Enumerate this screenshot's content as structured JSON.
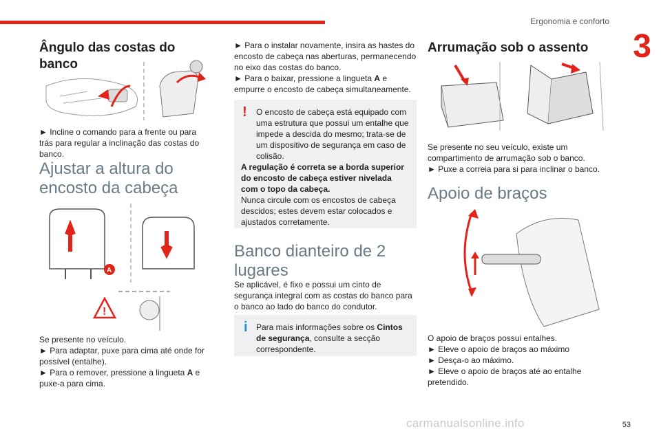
{
  "header": {
    "section_title": "Ergonomia e conforto",
    "chapter_number": "3",
    "accent_color": "#e2231a"
  },
  "col1": {
    "title1": "Ângulo das costas do banco",
    "p1": "► Incline o comando para a frente ou para trás para regular a inclinação das costas do banco.",
    "title2_line1": "Ajustar a altura do",
    "title2_line2": "encosto da cabeça",
    "fig_label": "A",
    "p2_1": "Se presente no veículo.",
    "p2_2": "► Para adaptar, puxe para cima até onde for possível (entalhe).",
    "p2_3a": "► Para o remover, pressione a lingueta ",
    "p2_3b": "A",
    "p2_3c": " e puxe-a para cima."
  },
  "col2": {
    "p1a": "► Para o instalar novamente, insira as hastes do encosto de cabeça nas aberturas, permanecendo no eixo das costas do banco.",
    "p1b_a": "► Para o baixar, pressione a lingueta ",
    "p1b_b": "A",
    "p1b_c": " e empurre o encosto de cabeça simultaneamente.",
    "warn_icon": "!",
    "warn1": "O encosto de cabeça está equipado com uma estrutura que possui um entalhe que impede a descida do mesmo; trata-se de um dispositivo de segurança em caso de colisão.",
    "warn2": "A regulação é correta se a borda superior do encosto de cabeça estiver nivelada com o topo da cabeça.",
    "warn3": "Nunca circule com os encostos de cabeça descidos; estes devem estar colocados e ajustados corretamente.",
    "title_line1": "Banco dianteiro de 2",
    "title_line2": "lugares",
    "p2": "Se aplicável, é fixo e possui um cinto de segurança integral com as costas do banco para o banco ao lado do banco do condutor.",
    "info_icon": "i",
    "info_a": "Para mais informações sobre os ",
    "info_b": "Cintos de segurança",
    "info_c": ", consulte a secção correspondente."
  },
  "col3": {
    "title1": "Arrumação sob o assento",
    "p1_1": "Se presente no seu veículo, existe um compartimento de arrumação sob o banco.",
    "p1_2": "► Puxe a correia para si para inclinar o banco.",
    "title2": "Apoio de braços",
    "p2_1": "O apoio de braços possui entalhes.",
    "p2_2": "► Eleve o apoio de braços ao máximo",
    "p2_3": "► Desça-o ao máximo.",
    "p2_4": "► Eleve o apoio de braços até ao entalhe pretendido."
  },
  "footer": {
    "page_number": "53",
    "watermark": "carmanualsonline.info"
  }
}
